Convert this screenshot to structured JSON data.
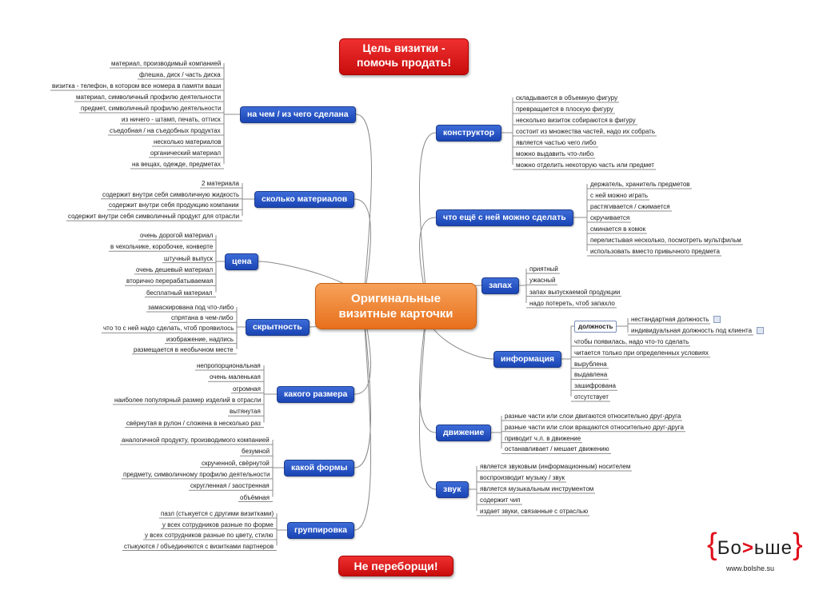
{
  "center": "Оригинальные\nвизитные карточки",
  "banner_top": "Цель визитки -\nпомочь продать!",
  "banner_bottom": "Не переборщи!",
  "logo": {
    "left_brace": "{",
    "text_a": "Бо",
    "arrow": ">",
    "text_b": "ьше",
    "right_brace": "}",
    "site": "www.bolshe.su"
  },
  "left_topics": [
    {
      "label": "на чем / из чего сделана",
      "leaves": [
        "материал, производимый компанией",
        "флешка, диск / часть диска",
        "визитка - телефон, в котором все номера в памяти ваши",
        "материал, символичный профилю деятельности",
        "предмет, символичный профилю деятельности",
        "из ничего -  штамп, печать, оттиск",
        "съедобная / на съедобных продуктах",
        "несколько материалов",
        "органический материал",
        "на вещах, одежде, предметах"
      ]
    },
    {
      "label": "сколько материалов",
      "leaves": [
        "2 материала",
        "содержит внутри себя символичную жидкость",
        "содержит внутри себя продукцию компании",
        "содержит внутри себя символичный продукт для отрасли"
      ]
    },
    {
      "label": "цена",
      "leaves": [
        "очень дорогой материал",
        "в чехольчике, коробочке, конверте",
        "штучный выпуск",
        "очень дешевый материал",
        "вторично перерабатываемая",
        "бесплатный материал"
      ]
    },
    {
      "label": "скрытность",
      "leaves": [
        "замаскирована под что-либо",
        "спрятана в чем-либо",
        "что то с ней надо сделать, чтоб проявилось",
        "изображение, надпись",
        "размещается в необычном месте"
      ]
    },
    {
      "label": "какого размера",
      "leaves": [
        "непропорциональная",
        "очень маленькая",
        "огромная",
        "наиболее популярный размер изделий в отрасли",
        "вытянутая",
        "свёрнутая в рулон / сложена в несколько раз"
      ]
    },
    {
      "label": "какой формы",
      "leaves": [
        "аналогичной продукту, производимого компанией",
        "безумной",
        "скрученной, свёрнутой",
        "предмету, символичному профилю деятельности",
        "скругленная / заостренная",
        "объёмная"
      ]
    },
    {
      "label": "группировка",
      "leaves": [
        "пазл (стыкуется с другими визитками)",
        "у всех сотрудников разные по форме",
        "у всех сотрудников разные по цвету, стилю",
        "стыкуются / объединяются с визитками партнеров"
      ]
    }
  ],
  "right_topics": [
    {
      "label": "конструктор",
      "leaves": [
        "складывается в объемную фигуру",
        "превращается в плоскую фигуру",
        "несколько визиток собираются в фигуру",
        "состоит из множества частей, надо их собрать",
        "является частью чего либо",
        "можно выдавить что-либо",
        "можно отделить некоторую часть или предмет"
      ]
    },
    {
      "label": "что ещё с ней можно сделать",
      "leaves": [
        "держатель, хранитель предметов",
        "с ней можно играть",
        "растягивается / сжимается",
        "скручивается",
        "сминается в комок",
        "перелистывая несколько, посмотреть мультфильм",
        "использовать вместо привычного предмета"
      ]
    },
    {
      "label": "запах",
      "leaves": [
        "приятный",
        "ужасный",
        "запах выпускаемой продукции",
        "надо потереть, чтоб запахло"
      ]
    },
    {
      "label": "информация",
      "sub": {
        "label": "должность",
        "leaves": [
          "нестандартная должность",
          "индивидуальная должность под клиента"
        ]
      },
      "leaves": [
        "чтобы появилась, надо что-то сделать",
        "читается только при определенных условиях",
        "вырублена",
        "выдавлена",
        "зашифрована",
        "отсутствует"
      ]
    },
    {
      "label": "движение",
      "leaves": [
        "разные части или слои двигаются относительно друг-друга",
        "разные части или слои вращаются относительно друг-друга",
        "приводит ч.л. в движение",
        "останавливает / мешает движению"
      ]
    },
    {
      "label": "звук",
      "leaves": [
        "является звуковым (информационным) носителем",
        "воспроизводит музыку / звук",
        "является музыкальным инструментом",
        "содержит чип",
        "издает звуки, связанные с отраслью"
      ]
    }
  ],
  "colors": {
    "topic": "#1f4fbf",
    "center": "#ef7d22",
    "banner": "#e01818",
    "line": "#8c8c8c"
  }
}
